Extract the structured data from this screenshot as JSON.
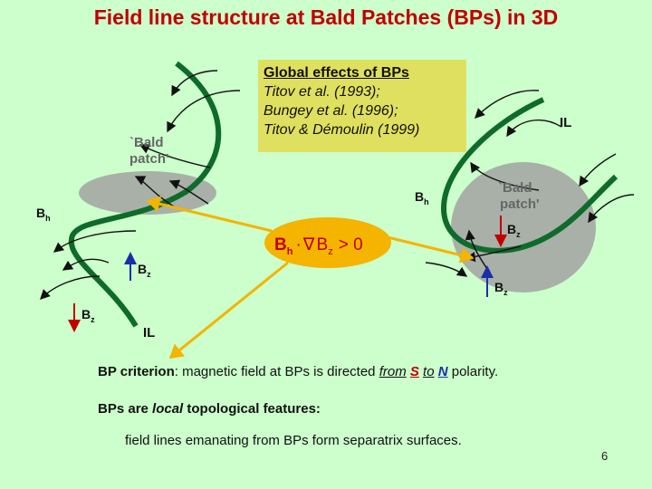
{
  "title": "Field line structure at Bald Patches (BPs) in 3D",
  "refs": {
    "heading": "Global effects of BPs",
    "items": [
      "Titov et al. (1993);",
      "Bungey et al. (1996);",
      "Titov & Démoulin (1999)"
    ]
  },
  "left_diagram": {
    "bald_patch_1": "`Bald",
    "bald_patch_2": "patch'",
    "bh": "B",
    "bh_sub": "h",
    "bz_up": "B",
    "bz_up_sub": "z",
    "bz_down": "B",
    "bz_down_sub": "z",
    "il": "IL"
  },
  "right_diagram": {
    "bald_patch_1": "`Bald",
    "bald_patch_2": "patch'",
    "bh": "B",
    "bh_sub": "h",
    "bz_up": "B",
    "bz_up_sub": "z",
    "bz_down": "B",
    "bz_down_sub": "z",
    "il": "IL"
  },
  "formula": {
    "bh": "B",
    "bh_sub": "h",
    "dot": "·",
    "nabla": "∇",
    "bz": "B",
    "bz_sub": "z",
    "rel": "> 0"
  },
  "criterion": {
    "label": "BP criterion",
    "text": ": magnetic field at BPs is directed ",
    "from": "from",
    "s": "S",
    "to": "to",
    "n": "N",
    "end": " polarity."
  },
  "local": {
    "pre": "BPs are ",
    "word": "local",
    "post": " topological features:"
  },
  "separatrix": "field lines emanating from BPs form separatrix surfaces.",
  "page_number": "6",
  "colors": {
    "title": "#c00000",
    "background": "#ccffcc",
    "ref_box": "#e0e060",
    "field_line": "#0f6b2c",
    "arrow_yellow": "#f4b400",
    "bz_up": "#1a2ea8",
    "bz_down": "#c00000"
  }
}
